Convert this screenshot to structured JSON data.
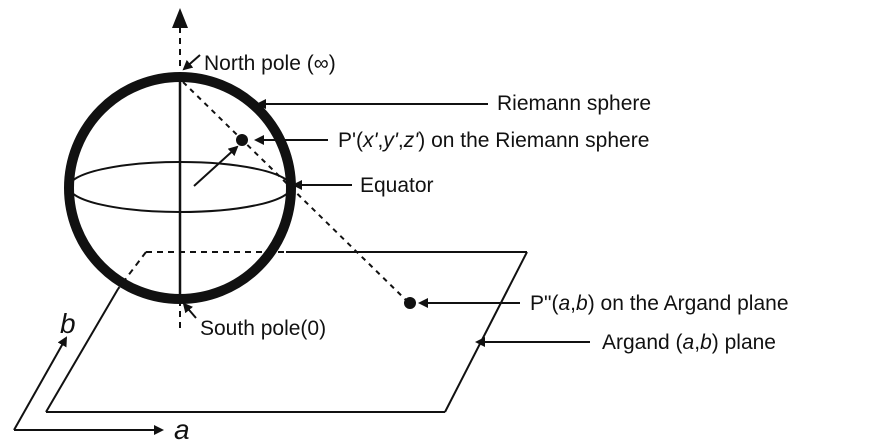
{
  "labels": {
    "north_pole": "North pole (∞)",
    "riemann_sphere": "Riemann sphere",
    "p_prime": {
      "prefix": "P'(",
      "x": "x'",
      "c1": ",",
      "y": "y'",
      "c2": ",",
      "z": "z'",
      "suffix": ") on the Riemann sphere"
    },
    "equator": "Equator",
    "p_double_prime": {
      "prefix": "P\"(",
      "a": "a",
      "comma": ",",
      "b": "b",
      "suffix": ") on the Argand plane"
    },
    "south_pole": "South pole(0)",
    "argand_plane": {
      "prefix": "Argand (",
      "a": "a",
      "comma": ",",
      "b": "b",
      "suffix": ") plane"
    },
    "axis_a": "a",
    "axis_b": "b"
  }
}
